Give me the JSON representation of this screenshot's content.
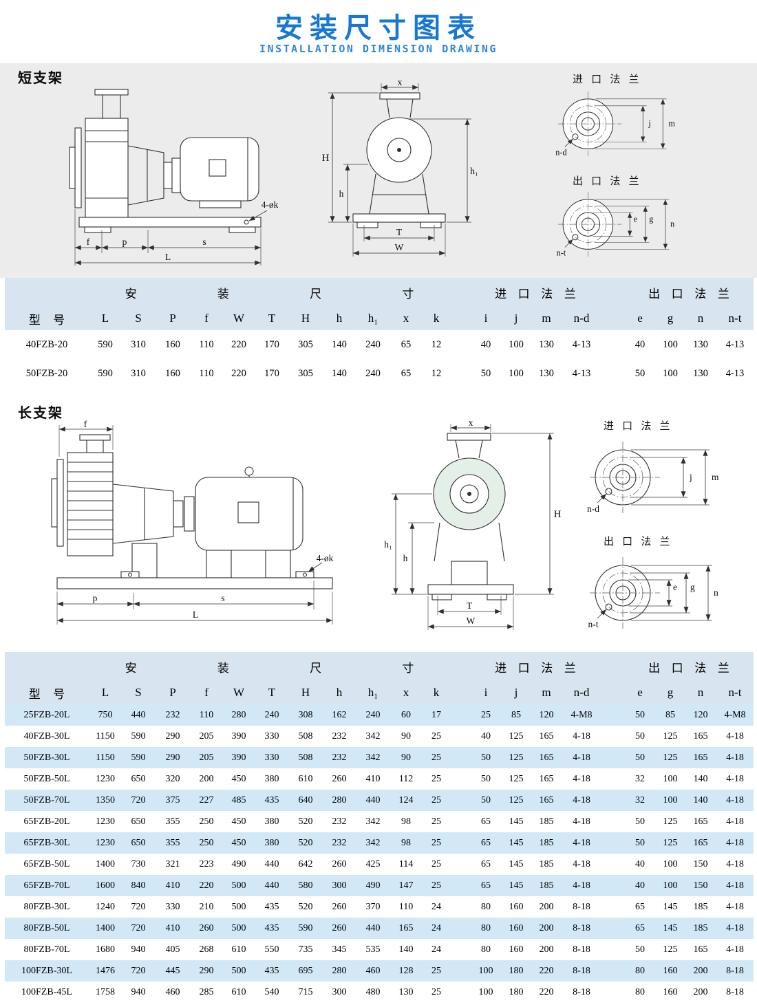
{
  "page": {
    "title": "安装尺寸图表",
    "subtitle": "INSTALLATION DIMENSION DRAWING"
  },
  "sections": {
    "short": {
      "label": "短支架",
      "inlet_flange_title": "进 口 法 兰",
      "outlet_flange_title": "出 口 法 兰"
    },
    "long": {
      "label": "长支架",
      "inlet_flange_title": "进 口 法 兰",
      "outlet_flange_title": "出 口 法 兰"
    }
  },
  "drawings": {
    "labels": {
      "f": "f",
      "p": "p",
      "s": "s",
      "L": "L",
      "k_callout": "4-øk",
      "x": "x",
      "H": "H",
      "h": "h",
      "h1": "h₁",
      "T": "T",
      "W": "W",
      "n_d": "n-d",
      "n_t": "n-t",
      "j": "j",
      "m": "m",
      "e": "e",
      "g": "g",
      "n": "n"
    }
  },
  "tables": {
    "header_groups": {
      "install": "安 装 尺 寸",
      "inlet": "进 口 法 兰",
      "outlet": "出 口 法 兰"
    },
    "model_header": "型 号",
    "dim_columns": [
      "L",
      "S",
      "P",
      "f",
      "W",
      "T",
      "H",
      "h",
      "h₁",
      "x",
      "k"
    ],
    "inlet_columns": [
      "i",
      "j",
      "m",
      "n-d"
    ],
    "outlet_columns": [
      "e",
      "g",
      "n",
      "n-t"
    ],
    "short_rows": [
      [
        "40FZB-20",
        "590",
        "310",
        "160",
        "110",
        "220",
        "170",
        "305",
        "140",
        "240",
        "65",
        "12",
        "40",
        "100",
        "130",
        "4-13",
        "40",
        "100",
        "130",
        "4-13"
      ],
      [
        "50FZB-20",
        "590",
        "310",
        "160",
        "110",
        "220",
        "170",
        "305",
        "140",
        "240",
        "65",
        "12",
        "50",
        "100",
        "130",
        "4-13",
        "50",
        "100",
        "130",
        "4-13"
      ]
    ],
    "long_rows": [
      [
        "25FZB-20L",
        "750",
        "440",
        "232",
        "110",
        "280",
        "240",
        "308",
        "162",
        "240",
        "60",
        "17",
        "25",
        "85",
        "120",
        "4-M8",
        "50",
        "85",
        "120",
        "4-M8"
      ],
      [
        "40FZB-30L",
        "1150",
        "590",
        "290",
        "205",
        "390",
        "330",
        "508",
        "232",
        "342",
        "90",
        "25",
        "40",
        "125",
        "165",
        "4-18",
        "50",
        "125",
        "165",
        "4-18"
      ],
      [
        "50FZB-30L",
        "1150",
        "590",
        "290",
        "205",
        "390",
        "330",
        "508",
        "232",
        "342",
        "90",
        "25",
        "50",
        "125",
        "165",
        "4-18",
        "50",
        "125",
        "165",
        "4-18"
      ],
      [
        "50FZB-50L",
        "1230",
        "650",
        "320",
        "200",
        "450",
        "380",
        "610",
        "260",
        "410",
        "112",
        "25",
        "50",
        "125",
        "165",
        "4-18",
        "32",
        "100",
        "140",
        "4-18"
      ],
      [
        "50FZB-70L",
        "1350",
        "720",
        "375",
        "227",
        "485",
        "435",
        "640",
        "280",
        "440",
        "124",
        "25",
        "50",
        "125",
        "165",
        "4-18",
        "32",
        "100",
        "140",
        "4-18"
      ],
      [
        "65FZB-20L",
        "1230",
        "650",
        "355",
        "250",
        "450",
        "380",
        "520",
        "232",
        "342",
        "98",
        "25",
        "65",
        "145",
        "185",
        "4-18",
        "50",
        "125",
        "165",
        "4-18"
      ],
      [
        "65FZB-30L",
        "1230",
        "650",
        "355",
        "250",
        "450",
        "380",
        "520",
        "232",
        "342",
        "98",
        "25",
        "65",
        "145",
        "185",
        "4-18",
        "50",
        "125",
        "165",
        "4-18"
      ],
      [
        "65FZB-50L",
        "1400",
        "730",
        "321",
        "223",
        "490",
        "440",
        "642",
        "260",
        "425",
        "114",
        "25",
        "65",
        "145",
        "185",
        "4-18",
        "40",
        "100",
        "150",
        "4-18"
      ],
      [
        "65FZB-70L",
        "1600",
        "840",
        "410",
        "220",
        "500",
        "440",
        "580",
        "300",
        "490",
        "147",
        "25",
        "65",
        "145",
        "185",
        "4-18",
        "40",
        "100",
        "150",
        "4-18"
      ],
      [
        "80FZB-30L",
        "1240",
        "720",
        "330",
        "210",
        "500",
        "435",
        "520",
        "260",
        "370",
        "110",
        "24",
        "80",
        "160",
        "200",
        "8-18",
        "65",
        "145",
        "185",
        "4-18"
      ],
      [
        "80FZB-50L",
        "1400",
        "720",
        "410",
        "260",
        "500",
        "435",
        "590",
        "260",
        "440",
        "165",
        "24",
        "80",
        "160",
        "200",
        "8-18",
        "65",
        "145",
        "185",
        "4-18"
      ],
      [
        "80FZB-70L",
        "1680",
        "940",
        "405",
        "268",
        "610",
        "550",
        "735",
        "345",
        "535",
        "140",
        "24",
        "80",
        "160",
        "200",
        "8-18",
        "50",
        "125",
        "165",
        "4-18"
      ],
      [
        "100FZB-30L",
        "1476",
        "720",
        "445",
        "290",
        "500",
        "435",
        "695",
        "280",
        "460",
        "128",
        "25",
        "100",
        "180",
        "220",
        "8-18",
        "80",
        "160",
        "200",
        "8-18"
      ],
      [
        "100FZB-45L",
        "1758",
        "940",
        "460",
        "285",
        "610",
        "540",
        "715",
        "300",
        "480",
        "130",
        "25",
        "100",
        "180",
        "220",
        "8-18",
        "80",
        "160",
        "200",
        "8-18"
      ]
    ]
  }
}
